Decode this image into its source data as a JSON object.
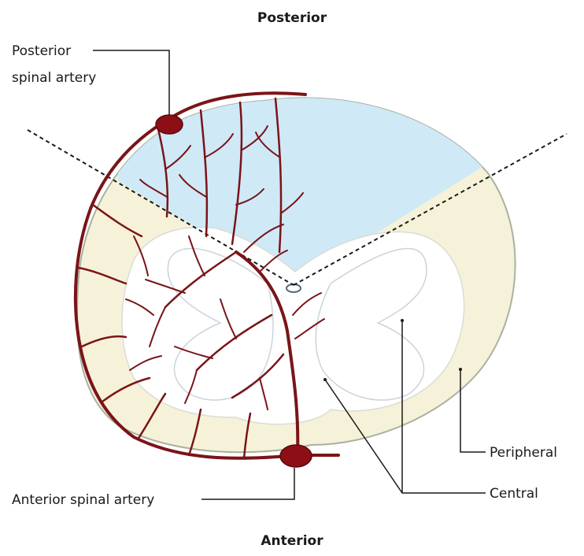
{
  "labels": {
    "posterior": "Posterior",
    "anterior": "Anterior",
    "posterior_spinal_artery_line1": "Posterior",
    "posterior_spinal_artery_line2": "spinal artery",
    "anterior_spinal_artery": "Anterior spinal artery",
    "peripheral": "Peripheral",
    "central": "Central"
  },
  "colors": {
    "background": "#ffffff",
    "posterior_zone": "#cfe9f7",
    "peripheral_zone": "#f6f2d9",
    "central_zone": "#ffffff",
    "artery": "#7a1418",
    "artery_node": "#8b0f14",
    "outline": "#a9b1a0",
    "dashed_line": "#1a1a1a",
    "leader_line": "#1a1a1a"
  }
}
